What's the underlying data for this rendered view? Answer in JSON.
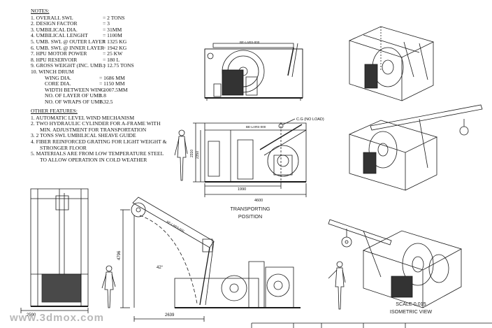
{
  "notes": {
    "title": "NOTES:",
    "items": [
      {
        "label": "1. OVERALL SWL",
        "value": "= 2 TONS"
      },
      {
        "label": "2. DESIGN FACTOR",
        "value": "= 3"
      },
      {
        "label": "3. UMBILICAL DIA.",
        "value": "= 31MM"
      },
      {
        "label": "4. UMBILICAL LENGHT",
        "value": "= 1100M"
      },
      {
        "label": "5. UMB. SWL @ OUTER LAYER",
        "value": "= 1325 KG"
      },
      {
        "label": "6. UMB. SWL @ INNER LAYER",
        "value": "= 1942 KG"
      },
      {
        "label": "7. HPU MOTOR POWER",
        "value": "= 25 KW"
      },
      {
        "label": "8. HPU RESERVOIR",
        "value": "= 180 L"
      },
      {
        "label": "9. GROSS WEIGHT (INC. UMB.)",
        "value": "= 12.75 TONS"
      }
    ],
    "drum_title": "10. WINCH DRUM",
    "drum_items": [
      {
        "label": "WING DIA.",
        "value": "= 1686 MM"
      },
      {
        "label": "CORE DIA.",
        "value": "= 1150 MM"
      },
      {
        "label": "WIDTH BETWEEN WING",
        "value": "= 1007.5MM"
      },
      {
        "label": "NO. OF LAYER OF UMB.",
        "value": "= 8"
      },
      {
        "label": "NO. OF WRAPS OF UMB.",
        "value": "= 32.5"
      }
    ]
  },
  "features": {
    "title": "OTHER FEATURES:",
    "items": [
      {
        "line1": "1. AUTOMATIC LEVEL WIND MECHANISM",
        "line2": ""
      },
      {
        "line1": "2. TWO HYDRAULIC CYLINDER FOR A-FRAME WITH",
        "line2": "MIN. ADJUSTMENT FOR TRANSPORTATION"
      },
      {
        "line1": "3. 2 TONS SWL UMBILICAL SHEAVE GUIDE",
        "line2": ""
      },
      {
        "line1": "4. FIBER REINFORCED GRATING FOR LIGHT WEIGHT &",
        "line2": "STRONGER FLOOR"
      },
      {
        "line1": "5. MATERIALS ARE FROM LOW TEMPERATURE STEEL",
        "line2": "TO ALLOW OPERATION IN COLD WEATHER"
      }
    ]
  },
  "labels": {
    "tag_top": "BE-LARS-000",
    "tag_mid": "BE-LARS-000",
    "tag_boom": "BE-LARS-000",
    "cg": "C.G (NO LOAD)",
    "dim_2310": "2310",
    "dim_2350": "2350",
    "dim_1990": "1990",
    "dim_4600": "4600",
    "dim_4796": "4796",
    "dim_2639": "2639",
    "dim_2590": "2590",
    "angle": "42°"
  },
  "captions": {
    "transport_line1": "TRANSPORTING",
    "transport_line2": "POSITION",
    "scale": "SCALE  0.015",
    "iso": "ISOMETRIC VIEW"
  },
  "watermark": "www.3dmox.com",
  "colors": {
    "line": "#1a1a1a",
    "grating": "#555555",
    "watermark": "#b9b9b9"
  }
}
